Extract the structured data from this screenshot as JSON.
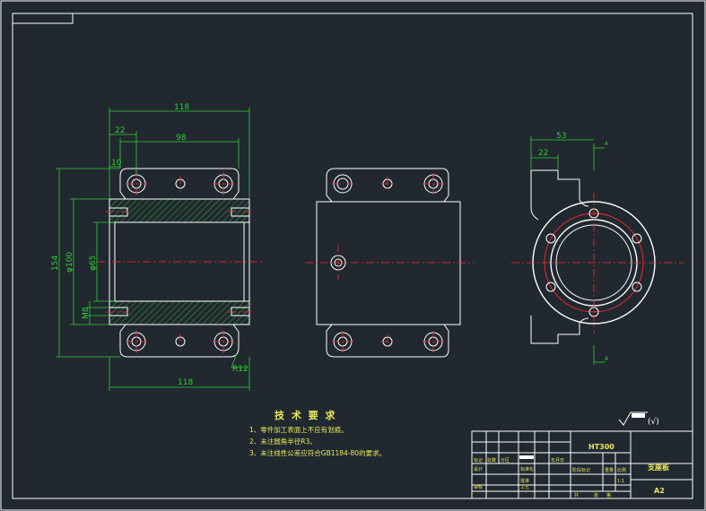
{
  "colors": {
    "background": "#212830",
    "outline": "#ffffff",
    "dimension": "#2fd12f",
    "centerline": "#ff2a2a",
    "text": "#e8e85a",
    "hatch": "#2fd12f"
  },
  "front_view_dims": {
    "top_width": "118",
    "offset_22": "22",
    "hole_spacing": "98",
    "edge_10": "10",
    "height": "154",
    "bore_100": "φ100",
    "bore_65": "φ65",
    "thread": "M8",
    "bottom_width": "118",
    "radius": "R12"
  },
  "side_view_dims": {
    "width_53": "53",
    "width_22": "22",
    "section_top": "A",
    "section_bottom": "A"
  },
  "roughness": "(√)",
  "tech_req": {
    "title": "技 术 要 求",
    "items": [
      "1、零件加工表面上不应有划痕。",
      "2、未注圆角半径R3。",
      "3、未注线性公差应符合GB1184-80的要求。"
    ]
  },
  "title_block": {
    "material": "HT300",
    "part_name": "支座板",
    "sheet_size": "A2",
    "cells": [
      "标记",
      "处数",
      "分区",
      "年月日",
      "设计",
      "标准化",
      "审核",
      "工艺",
      "批准",
      "阶段标记",
      "重量",
      "比例",
      "共",
      "张",
      "第"
    ],
    "scale": "1:1"
  }
}
